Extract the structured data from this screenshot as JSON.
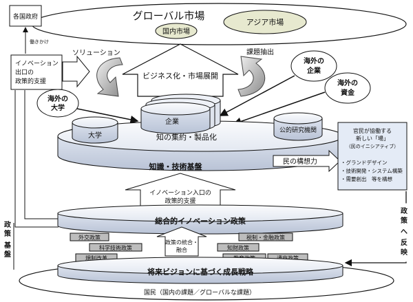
{
  "global_market": "グローバル市場",
  "domestic_market": "国内市場",
  "asia_market": "アジア市場",
  "national_gov": "各国政府",
  "hatarakikake": "働きかけ",
  "innovation_exit": [
    "イノベーション",
    "出口の",
    "政策的支援"
  ],
  "solution": "ソリューション",
  "issue_extraction": "課題抽出",
  "business_market": "ビジネス化・市場展開",
  "overseas_company": [
    "海外の",
    "企業"
  ],
  "overseas_capital": [
    "海外の",
    "資金"
  ],
  "overseas_university": [
    "海外の",
    "大学"
  ],
  "company": "企業",
  "university": "大学",
  "public_research": "公的研究機関",
  "knowledge_integration": "知の集約・製品化",
  "knowledge_base": "知識・技術基盤",
  "private_vision": "民の構想力",
  "side_box": {
    "title": [
      "官民が協働する",
      "新しい「場」",
      "（民のイニシアティブ）"
    ],
    "items": [
      "・グランドデザイン",
      "・技術開発・システム構築",
      "・需要創出　等を構想"
    ]
  },
  "innovation_entry": [
    "イノベーション入口の",
    "政策的支援"
  ],
  "comprehensive_policy": "総合的イノベーション政策",
  "policy_base": [
    "政",
    "策",
    "基",
    "盤"
  ],
  "policy_integration": [
    "政策の統合・",
    "融合"
  ],
  "policies_left": [
    "外交政策",
    "科学技術政策",
    "規制改革"
  ],
  "policies_right": [
    "税制・金融政策",
    "知財政策",
    "教育政策",
    "通商政策"
  ],
  "reflect_policy": [
    "政",
    "策",
    "へ",
    "反",
    "映"
  ],
  "growth_strategy": "将来ビジョンに基づく成長戦略",
  "citizens": "国民（国内の課題／グローバルな課題）"
}
